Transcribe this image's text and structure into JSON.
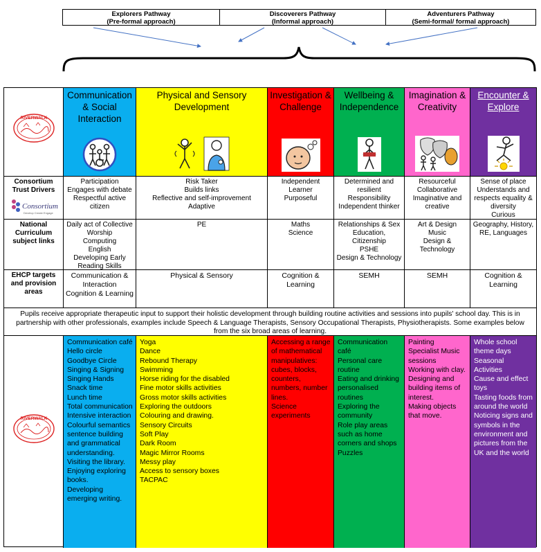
{
  "pathways": [
    {
      "name": "Explorers Pathway",
      "approach": "(Pre-formal approach)"
    },
    {
      "name": "Discoverers Pathway",
      "approach": "(Informal approach)"
    },
    {
      "name": "Adventurers Pathway",
      "approach": "(Semi-formal/ formal approach)"
    }
  ],
  "logo_text": "RIVERWALK",
  "consortium_logo": {
    "text": "Consortium",
    "tagline": "Develop Create Engage"
  },
  "areas": [
    {
      "title": "Communication & Social Interaction",
      "color": "#0aaeef",
      "icon": "group-wheelchair-icon"
    },
    {
      "title": "Physical and Sensory Development",
      "color": "#ffff00",
      "icon": "movement-figures-icon"
    },
    {
      "title": "Investigation & Challenge",
      "color": "#ff0000",
      "icon": "thinking-head-icon"
    },
    {
      "title": "Wellbeing & Independence",
      "color": "#00b050",
      "icon": "independent-figure-icon"
    },
    {
      "title": "Imagination & Creativity",
      "color": "#ff66cc",
      "icon": "drama-masks-icon"
    },
    {
      "title": "Encounter & Explore",
      "color": "#7030a0",
      "icon": "discovery-figure-icon"
    }
  ],
  "rows": {
    "drivers": {
      "label": "Consortium Trust Drivers",
      "cells": [
        "Participation\nEngages with debate\nRespectful active citizen",
        "Risk Taker\nBuilds links\nReflective and self-improvement\nAdaptive",
        "Independent Learner\nPurposeful",
        "Determined and resilient\nResponsibility\nIndependent thinker",
        "Resourceful\nCollaborative\nImaginative and creative",
        "Sense of place\nUnderstands and respects equality & diversity\nCurious"
      ]
    },
    "curriculum": {
      "label": "National Curriculum subject links",
      "cells": [
        "Daily act of Collective Worship\nComputing\nEnglish\nDeveloping Early Reading Skills",
        "PE",
        "Maths\nScience",
        "Relationships & Sex Education, Citizenship\nPSHE\nDesign & Technology",
        "Art & Design\nMusic\nDesign & Technology",
        "Geography, History, RE, Languages"
      ]
    },
    "ehcp": {
      "label": "EHCP targets and provision areas",
      "cells": [
        "Communication & Interaction\nCognition & Learning",
        "Physical & Sensory",
        "Cognition & Learning",
        "SEMH",
        "SEMH",
        "Cognition & Learning"
      ]
    }
  },
  "statement": "Pupils receive appropriate therapeutic input to support their holistic development through building routine activities and sessions into pupils' school day. This is in partnership with other professionals, examples include Speech & Language Therapists, Sensory Occupational Therapists, Physiotherapists. Some examples below from the six broad areas of learning.",
  "activities": [
    [
      "Communication café",
      "Hello circle",
      "Goodbye Circle",
      "Singing & Signing",
      "Singing Hands",
      "Snack time",
      "Lunch time",
      "Total communication",
      "Intensive interaction",
      "Colourful semantics sentence building and grammatical understanding.",
      "Visiting the library.",
      "Enjoying exploring books.",
      "Developing emerging writing."
    ],
    [
      "Yoga",
      "Dance",
      "Rebound Therapy",
      "Swimming",
      "Horse riding for the disabled",
      "Fine motor skills activities",
      "Gross motor skills activities",
      "Exploring the outdoors",
      "Colouring and drawing.",
      "Sensory Circuits",
      "Soft Play",
      "Dark Room",
      "Magic Mirror Rooms",
      "Messy play",
      "Access to sensory boxes",
      "TACPAC"
    ],
    [
      "Accessing a range of mathematical manipulatives: cubes, blocks, counters, numbers, number lines.",
      "Science experiments"
    ],
    [
      "Communication café",
      "Personal care routine",
      "Eating and drinking personalised routines",
      "Exploring the community",
      "Role play areas such as home corners and shops",
      "Puzzles"
    ],
    [
      "Painting",
      "Specialist Music sessions",
      "Working with clay.",
      "Designing and building items of interest.",
      "Making objects that move."
    ],
    [
      "Whole school theme days",
      "Seasonal Activities",
      "Cause and effect toys",
      "Tasting foods from around the world",
      "Noticing signs and symbols in the environment and pictures from the UK and the world"
    ]
  ]
}
